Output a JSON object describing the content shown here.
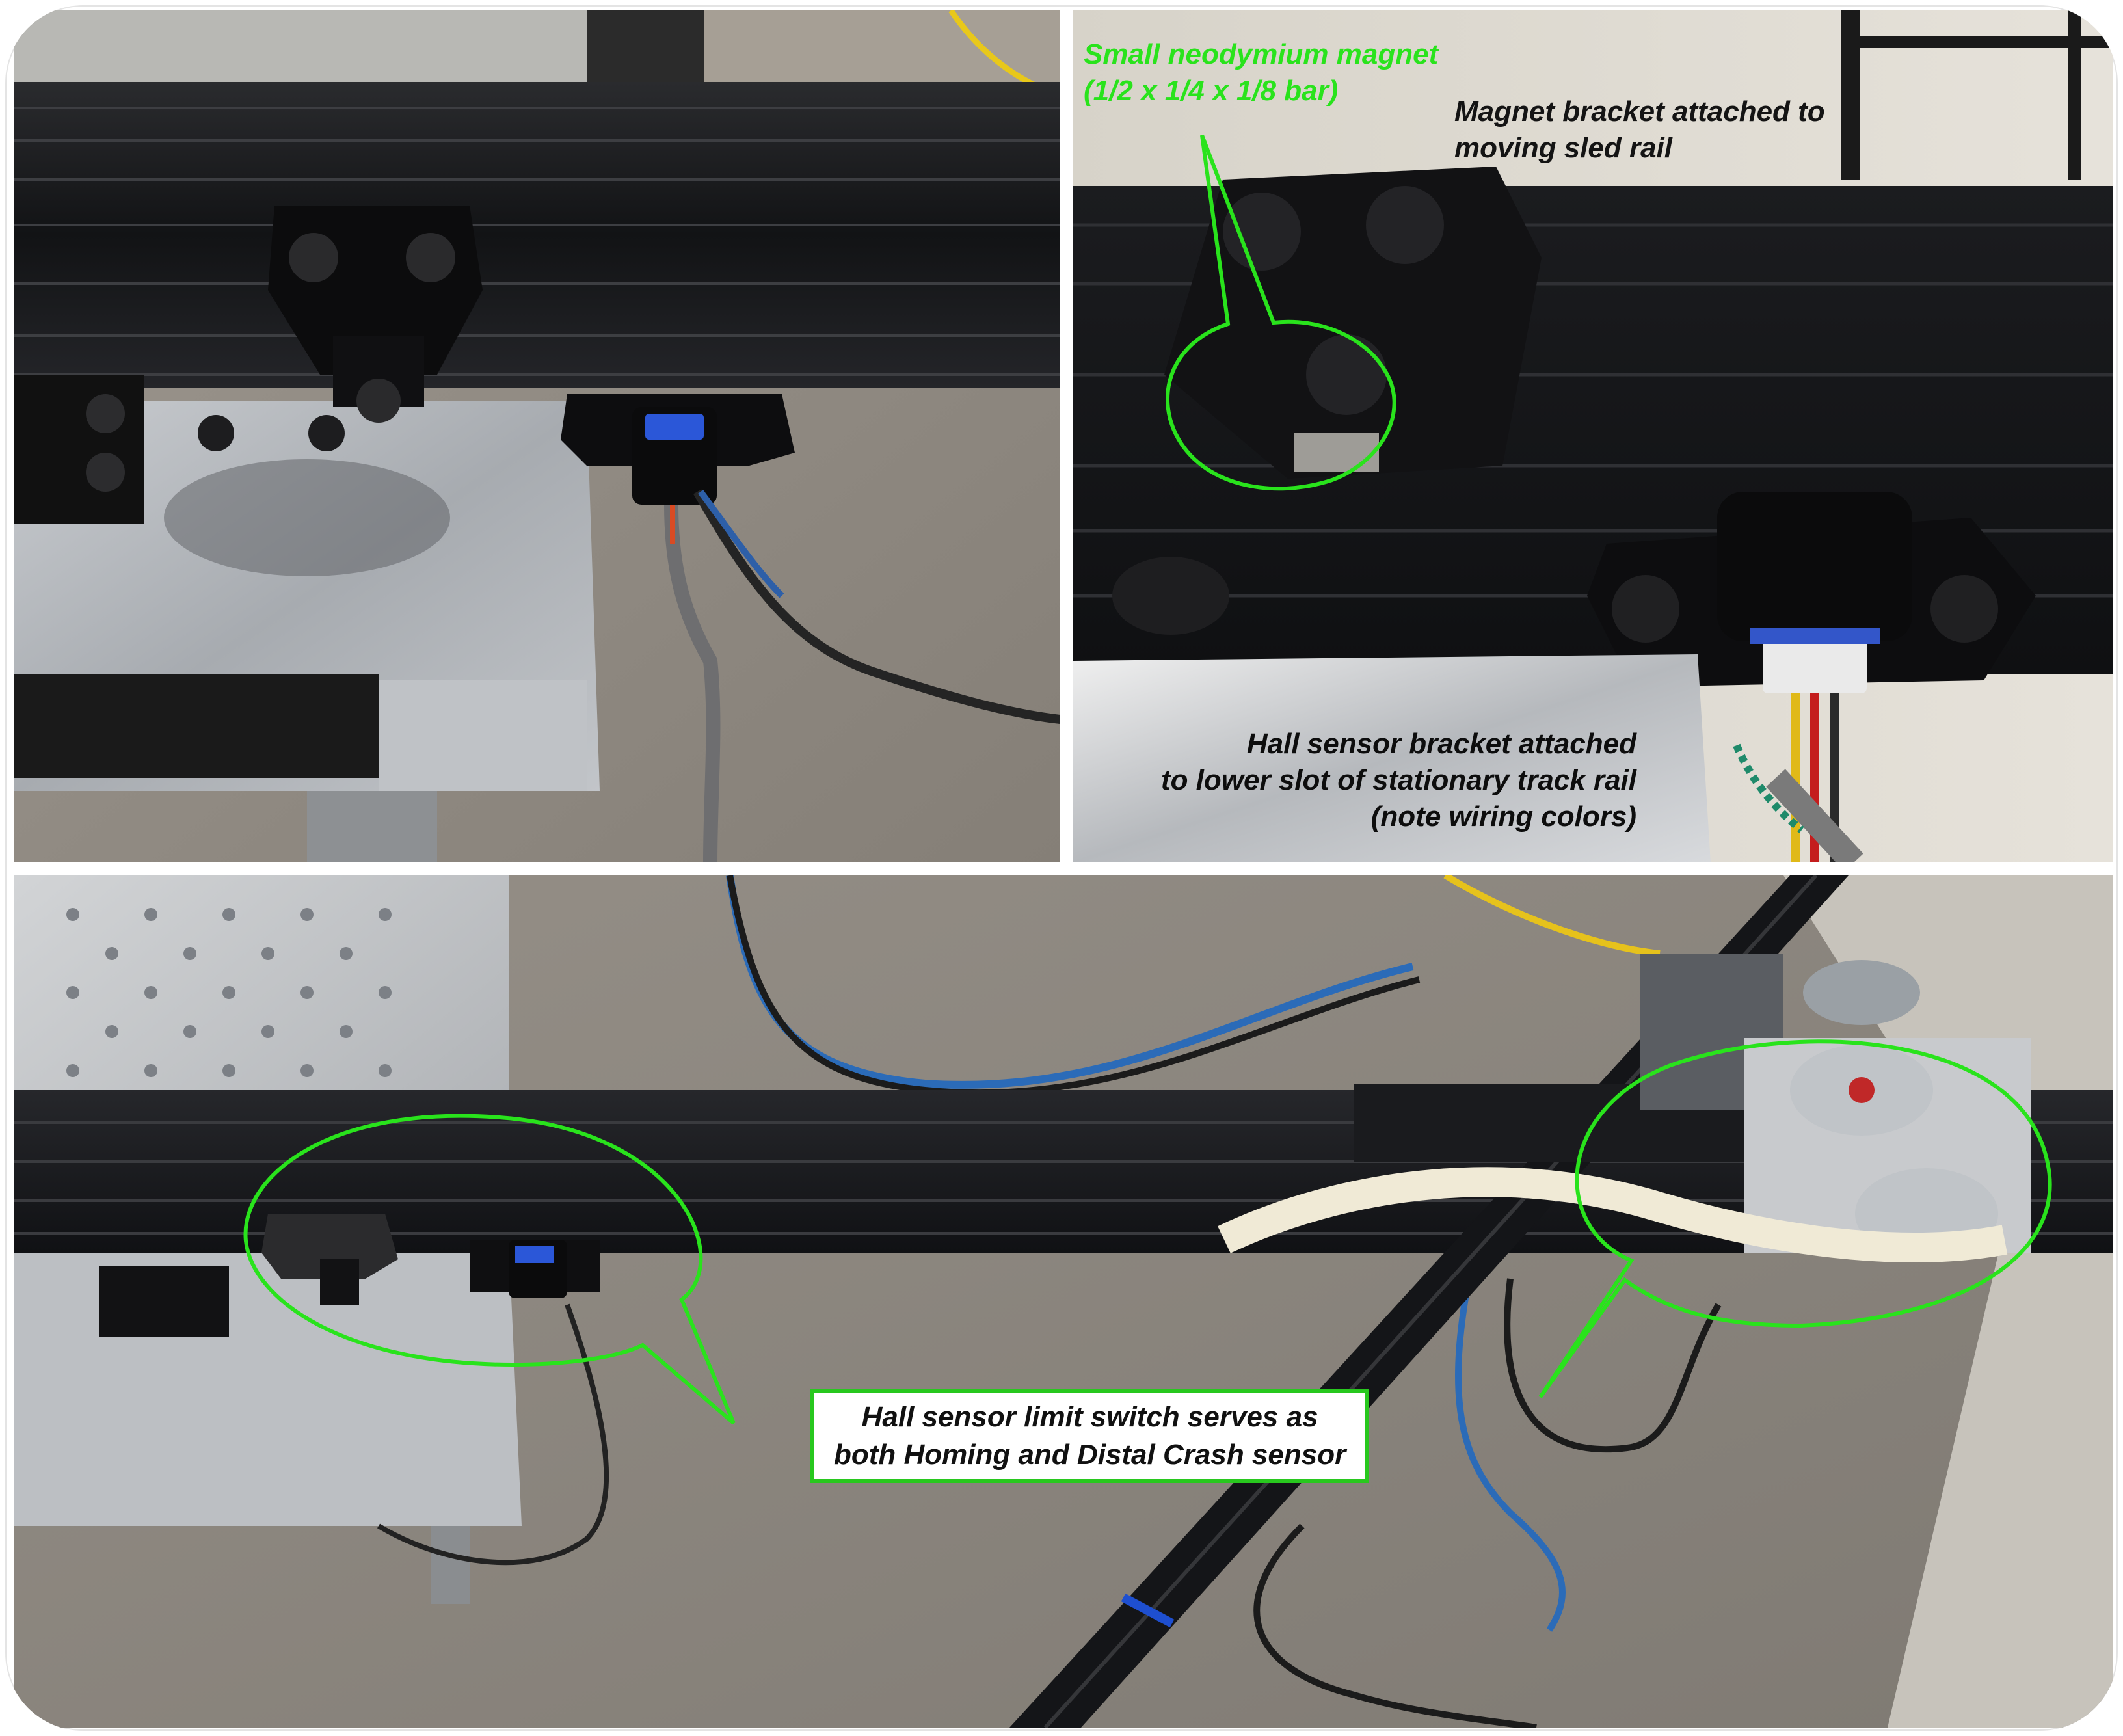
{
  "captions": {
    "magnet": {
      "line1": "Small neodymium magnet",
      "line2": "(1/2 x 1/4 x 1/8 bar)"
    },
    "magnet_bracket": {
      "line1": "Magnet bracket attached to",
      "line2": "moving sled rail"
    },
    "hall_bracket": {
      "line1": "Hall sensor bracket attached",
      "line2": "to lower slot of stationary track rail",
      "line3": "(note wiring colors)"
    },
    "limit_switch": {
      "line1": "Hall sensor limit switch serves as",
      "line2": "both Homing and Distal Crash sensor"
    }
  },
  "colors": {
    "annotation_green": "#29e31c",
    "rail_black": "#141416",
    "floor_gray": "#8a847c",
    "plate_silver": "#b9bcc0"
  }
}
